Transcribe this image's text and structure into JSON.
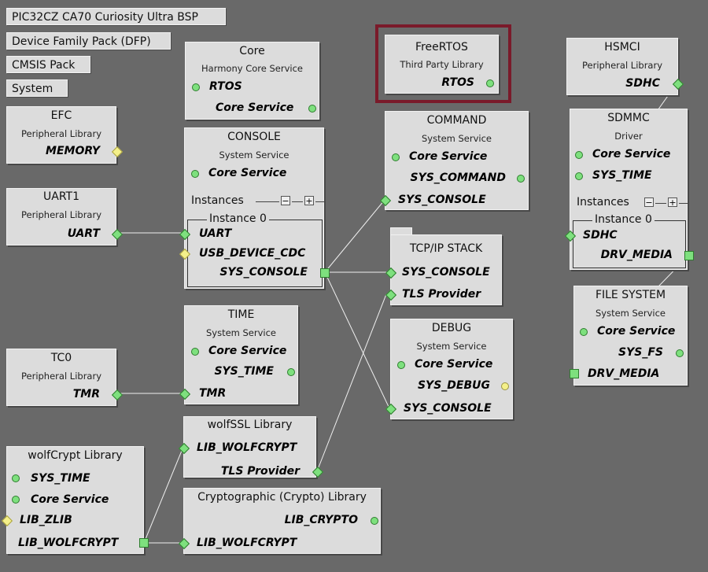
{
  "tags": {
    "bsp": "PIC32CZ CA70 Curiosity Ultra BSP",
    "dfp": "Device Family Pack (DFP)",
    "cmsis": "CMSIS Pack",
    "system": "System"
  },
  "core": {
    "title": "Core",
    "subtitle": "Harmony Core Service",
    "rtos": "RTOS",
    "service": "Core Service"
  },
  "freertos": {
    "title": "FreeRTOS",
    "subtitle": "Third Party Library",
    "rtos": "RTOS"
  },
  "hsmci": {
    "title": "HSMCI",
    "subtitle": "Peripheral Library",
    "sdhc": "SDHC"
  },
  "efc": {
    "title": "EFC",
    "subtitle": "Peripheral Library",
    "memory": "MEMORY"
  },
  "console": {
    "title": "CONSOLE",
    "subtitle": "System Service",
    "service": "Core Service",
    "instances": "Instances",
    "instance0": "Instance 0",
    "uart": "UART",
    "usb": "USB_DEVICE_CDC",
    "sys_console": "SYS_CONSOLE"
  },
  "command": {
    "title": "COMMAND",
    "subtitle": "System Service",
    "service": "Core Service",
    "sys_command": "SYS_COMMAND",
    "sys_console": "SYS_CONSOLE"
  },
  "sdmmc": {
    "title": "SDMMC",
    "subtitle": "Driver",
    "service": "Core Service",
    "sys_time": "SYS_TIME",
    "instances": "Instances",
    "instance0": "Instance 0",
    "sdhc": "SDHC",
    "drv_media": "DRV_MEDIA"
  },
  "uart1": {
    "title": "UART1",
    "subtitle": "Peripheral Library",
    "uart": "UART"
  },
  "tcpip": {
    "title": "TCP/IP STACK",
    "sys_console": "SYS_CONSOLE",
    "tls": "TLS Provider"
  },
  "filesystem": {
    "title": "FILE SYSTEM",
    "subtitle": "System Service",
    "service": "Core Service",
    "sys_fs": "SYS_FS",
    "drv_media": "DRV_MEDIA"
  },
  "time": {
    "title": "TIME",
    "subtitle": "System Service",
    "service": "Core Service",
    "sys_time": "SYS_TIME",
    "tmr": "TMR"
  },
  "debug": {
    "title": "DEBUG",
    "subtitle": "System Service",
    "service": "Core Service",
    "sys_debug": "SYS_DEBUG",
    "sys_console": "SYS_CONSOLE"
  },
  "tc0": {
    "title": "TC0",
    "subtitle": "Peripheral Library",
    "tmr": "TMR"
  },
  "wolfssl": {
    "title": "wolfSSL Library",
    "lib": "LIB_WOLFCRYPT",
    "tls": "TLS Provider"
  },
  "wolfcrypt": {
    "title": "wolfCrypt Library",
    "sys_time": "SYS_TIME",
    "service": "Core Service",
    "zlib": "LIB_ZLIB",
    "lib": "LIB_WOLFCRYPT"
  },
  "crypto": {
    "title": "Cryptographic (Crypto) Library",
    "lib_crypto": "LIB_CRYPTO",
    "lib": "LIB_WOLFCRYPT"
  },
  "colors": {
    "background": "#696969",
    "panel": "#dcdcdc",
    "port_green": "#7ee07e",
    "port_yellow": "#f4f08a",
    "selection": "#7a1a2a",
    "wire": "#f0f0f0"
  }
}
